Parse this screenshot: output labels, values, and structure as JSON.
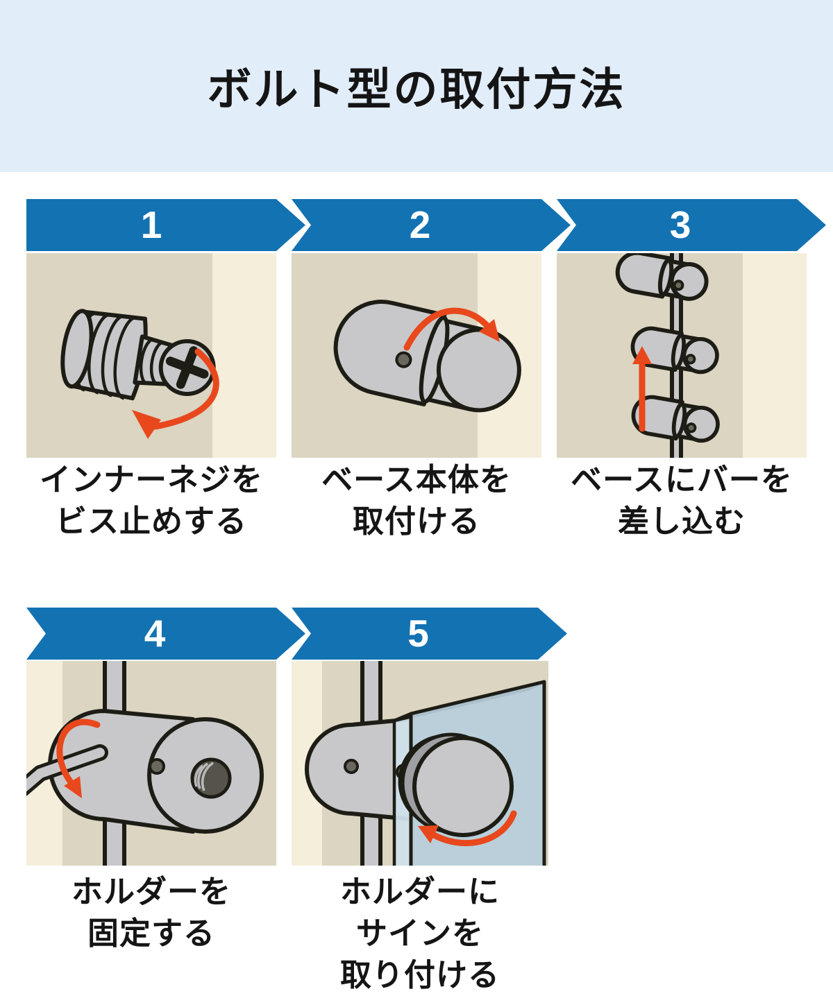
{
  "title": "ボルト型の取付方法",
  "colors": {
    "title_bg": "#e2edfa",
    "banner_blue": "#1372b2",
    "panel_beige": "#dbd5c1",
    "panel_cream": "#f4eedb",
    "arrow_red": "#e8481c",
    "metal_gray": "#c8c8ca",
    "outline_black": "#1d1d16",
    "glass_blue": "#b7cedb",
    "ring_teal": "#4e7083",
    "number_white": "#ffffff",
    "text_black": "#151515"
  },
  "steps": [
    {
      "number": "1",
      "caption_lines": [
        "インナーネジを",
        "ビス止めする"
      ],
      "illustration": "inner-screw-with-rotation-arrow"
    },
    {
      "number": "2",
      "caption_lines": [
        "ベース本体を",
        "取付ける"
      ],
      "illustration": "base-body-with-rotation-arrow"
    },
    {
      "number": "3",
      "caption_lines": [
        "ベースにバーを",
        "差し込む"
      ],
      "illustration": "bar-inserted-into-bases-with-up-arrow"
    },
    {
      "number": "4",
      "caption_lines": [
        "ホルダーを",
        "固定する"
      ],
      "illustration": "holder-fixed-with-hex-key"
    },
    {
      "number": "5",
      "caption_lines": [
        "ホルダーに",
        "サインを",
        "取り付ける"
      ],
      "illustration": "sign-panel-attached-to-holder"
    }
  ]
}
